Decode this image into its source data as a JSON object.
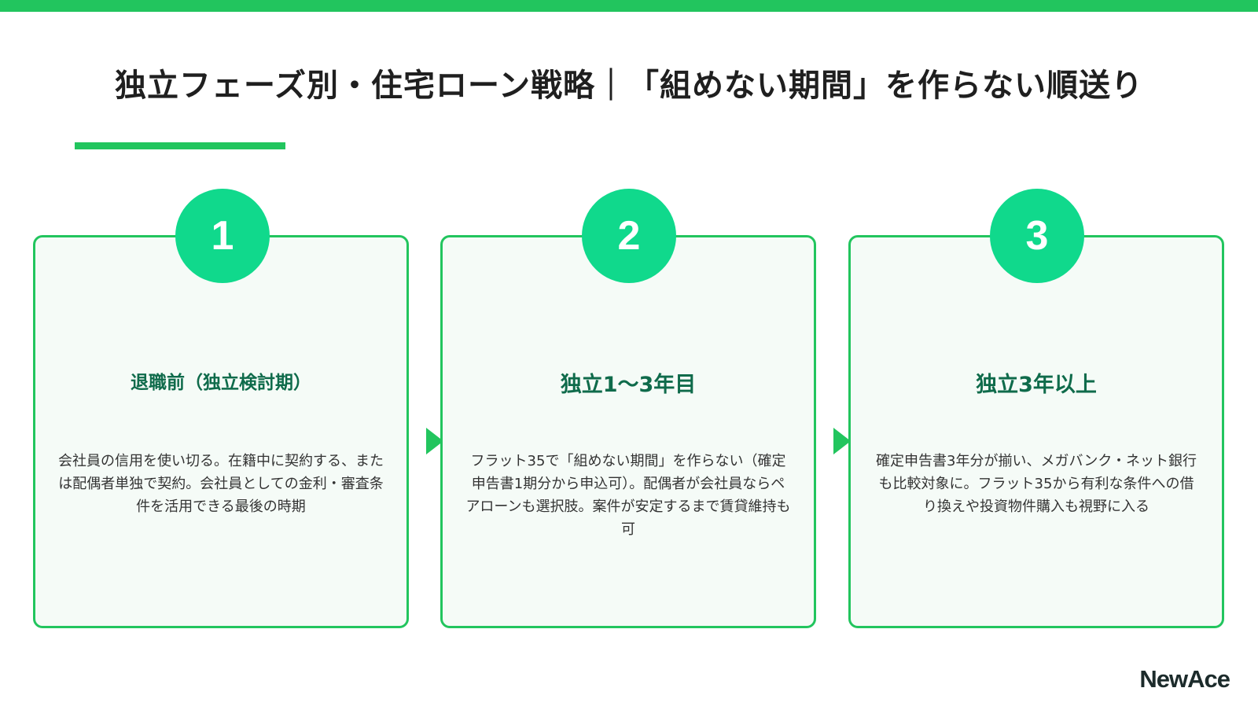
{
  "title": "独立フェーズ別・住宅ローン戦略｜「組めない期間」を作らない順送り",
  "colors": {
    "accent": "#22c55e",
    "circle": "#10d98c",
    "heading": "#0f6b4b",
    "card_bg": "#f5fbf7"
  },
  "cards": [
    {
      "number": "1",
      "heading": "退職前（独立検討期）",
      "body": "会社員の信用を使い切る。在籍中に契約する、または配偶者単独で契約。会社員としての金利・審査条件を活用できる最後の時期"
    },
    {
      "number": "2",
      "heading": "独立1〜3年目",
      "body": "フラット35で「組めない期間」を作らない（確定申告書1期分から申込可）。配偶者が会社員ならペアローンも選択肢。案件が安定するまで賃貸維持も可"
    },
    {
      "number": "3",
      "heading": "独立3年以上",
      "body": "確定申告書3年分が揃い、メガバンク・ネット銀行も比較対象に。フラット35から有利な条件への借り換えや投資物件購入も視野に入る"
    }
  ],
  "logo": {
    "text": "NewAce"
  }
}
